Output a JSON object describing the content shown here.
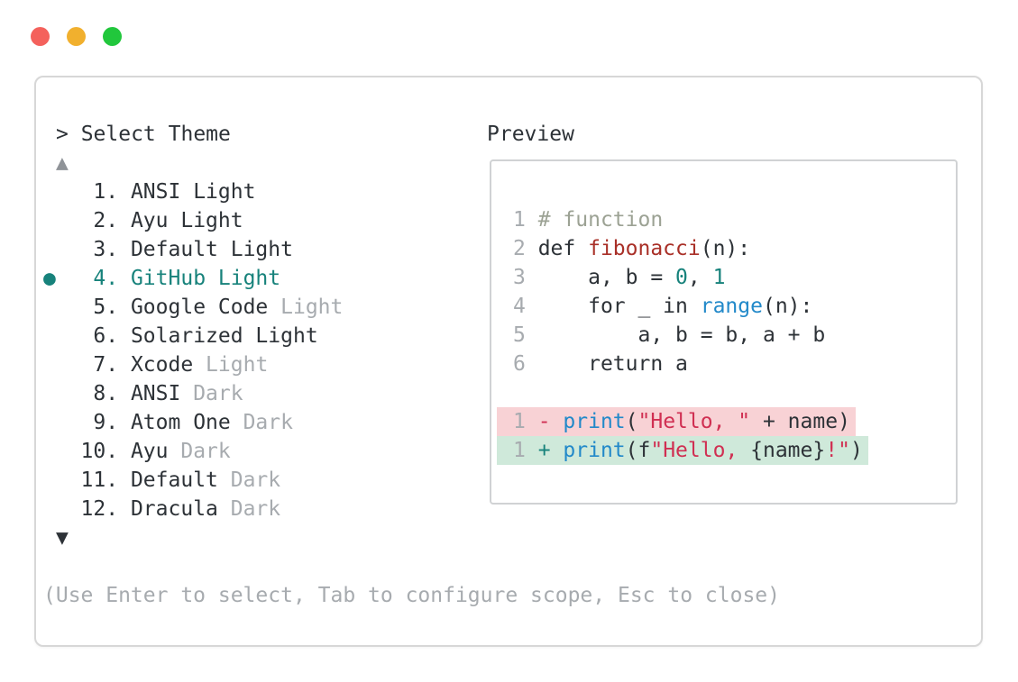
{
  "colors": {
    "text": "#2d3237",
    "muted": "#a7abaf",
    "arrow": "#8f9398",
    "accent": "#17827b",
    "comment": "#9ca294",
    "string": "#d02f52",
    "builtin": "#2289c9",
    "function": "#a93028",
    "removed_bg": "#f8d2d5",
    "added_bg": "#cfe9da",
    "window_border": "#d7d7d7",
    "preview_border": "#d0d2d4"
  },
  "titlebar": {
    "buttons": [
      {
        "label": "close",
        "color": "#f4615c"
      },
      {
        "label": "minimize",
        "color": "#f1b02e"
      },
      {
        "label": "maximize",
        "color": "#21c73c"
      }
    ]
  },
  "selector": {
    "prompt": "> Select Theme",
    "scroll_up": "▲",
    "scroll_down": "▼",
    "selected_marker": "●",
    "items": [
      {
        "num": "1",
        "name": "ANSI Light",
        "muted": "",
        "selected": false
      },
      {
        "num": "2",
        "name": "Ayu Light",
        "muted": "",
        "selected": false
      },
      {
        "num": "3",
        "name": "Default Light",
        "muted": "",
        "selected": false
      },
      {
        "num": "4",
        "name": "GitHub Light",
        "muted": "",
        "selected": true
      },
      {
        "num": "5",
        "name": "Google Code",
        "muted": "Light",
        "selected": false
      },
      {
        "num": "6",
        "name": "Solarized Light",
        "muted": "",
        "selected": false
      },
      {
        "num": "7",
        "name": "Xcode",
        "muted": "Light",
        "selected": false
      },
      {
        "num": "8",
        "name": "ANSI",
        "muted": "Dark",
        "selected": false
      },
      {
        "num": "9",
        "name": "Atom One",
        "muted": "Dark",
        "selected": false
      },
      {
        "num": "10",
        "name": "Ayu",
        "muted": "Dark",
        "selected": false
      },
      {
        "num": "11",
        "name": "Default",
        "muted": "Dark",
        "selected": false
      },
      {
        "num": "12",
        "name": "Dracula",
        "muted": "Dark",
        "selected": false
      }
    ],
    "help": "(Use Enter to select, Tab to configure scope, Esc to close)"
  },
  "preview": {
    "label": "Preview",
    "lines": [
      {
        "type": "code",
        "num": "1",
        "tokens": [
          [
            "# function",
            "comment"
          ]
        ]
      },
      {
        "type": "code",
        "num": "2",
        "tokens": [
          [
            "def ",
            "plain"
          ],
          [
            "fibonacci",
            "function"
          ],
          [
            "(n):",
            "plain"
          ]
        ]
      },
      {
        "type": "code",
        "num": "3",
        "tokens": [
          [
            "    a, b = ",
            "plain"
          ],
          [
            "0",
            "number"
          ],
          [
            ", ",
            "plain"
          ],
          [
            "1",
            "number"
          ]
        ]
      },
      {
        "type": "code",
        "num": "4",
        "tokens": [
          [
            "    for _ in ",
            "plain"
          ],
          [
            "range",
            "builtin"
          ],
          [
            "(n):",
            "plain"
          ]
        ]
      },
      {
        "type": "code",
        "num": "5",
        "tokens": [
          [
            "        a, b = b, a + b",
            "plain"
          ]
        ]
      },
      {
        "type": "code",
        "num": "6",
        "tokens": [
          [
            "    return a",
            "plain"
          ]
        ]
      },
      {
        "type": "blank"
      },
      {
        "type": "removed",
        "num": "1",
        "tokens": [
          [
            "- ",
            "string"
          ],
          [
            "print",
            "builtin"
          ],
          [
            "(",
            "plain"
          ],
          [
            "\"Hello, \"",
            "string"
          ],
          [
            " + name)",
            "plain"
          ]
        ]
      },
      {
        "type": "added",
        "num": "1",
        "tokens": [
          [
            "+ ",
            "accent"
          ],
          [
            "print",
            "builtin"
          ],
          [
            "(f",
            "plain"
          ],
          [
            "\"Hello, ",
            "string"
          ],
          [
            "{name}",
            "plain"
          ],
          [
            "!\"",
            "string"
          ],
          [
            ")",
            "plain"
          ]
        ]
      }
    ]
  }
}
